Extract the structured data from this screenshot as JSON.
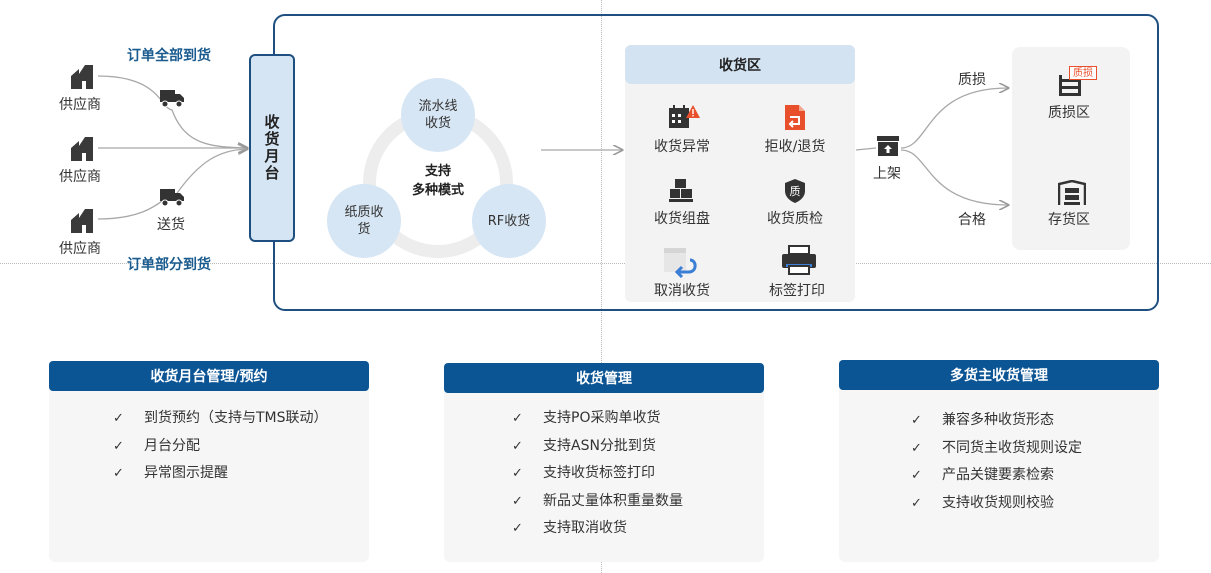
{
  "suppliers": [
    "供应商",
    "供应商",
    "供应商"
  ],
  "order_full": "订单全部到货",
  "order_partial": "订单部分到货",
  "delivery": "送货",
  "dock": "收货月台",
  "modes": {
    "top": "流水线收货",
    "left": "纸质收货",
    "right": "RF收货",
    "center_line1": "支持",
    "center_line2": "多种模式"
  },
  "receiving_zone": {
    "title": "收货区",
    "items": {
      "exception": "收货异常",
      "reject": "拒收/退货",
      "pallet": "收货组盘",
      "qc": "收货质检",
      "cancel": "取消收货",
      "print": "标签打印"
    }
  },
  "putaway": "上架",
  "damaged_label": "质损",
  "qualified_label": "合格",
  "damaged_badge": "质损",
  "qc_glyph": "质",
  "damaged_zone": "质损区",
  "storage_zone": "存货区",
  "cards": [
    {
      "title": "收货月台管理/预约",
      "items": [
        "到货预约（支持与TMS联动）",
        "月台分配",
        "异常图示提醒"
      ]
    },
    {
      "title": "收货管理",
      "items": [
        "支持PO采购单收货",
        "支持ASN分批到货",
        "支持收货标签打印",
        "新品丈量体积重量数量",
        "支持取消收货"
      ]
    },
    {
      "title": "多货主收货管理",
      "items": [
        "兼容多种收货形态",
        "不同货主收货规则设定",
        "产品关键要素检索",
        "支持收货规则校验"
      ]
    }
  ],
  "check_mark": "✓",
  "colors": {
    "primary": "#0b5595",
    "frame": "#1e4f80",
    "light_blue": "#d7e6f4",
    "alert": "#e8502c"
  }
}
